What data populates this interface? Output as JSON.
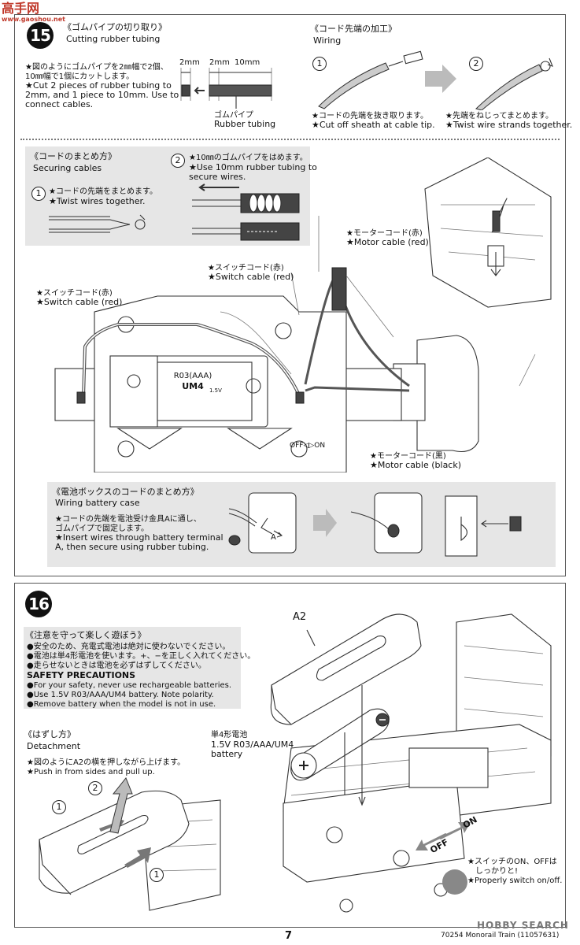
{
  "watermark_top": {
    "site": "高手网",
    "url": "www.gaoshou.net"
  },
  "watermark_bottom": "HOBBY SEARCH",
  "step15": {
    "number": "15",
    "cutting": {
      "title_jp": "《ゴムパイプの切り取り》",
      "title_en": "Cutting rubber tubing",
      "text_jp1": "★図のようにゴムパイプを2㎜幅で2個、",
      "text_jp2": "10㎜幅で1個にカットします。",
      "text_en1": "★Cut 2 pieces of rubber tubing to",
      "text_en2": "2mm, and 1 piece to 10mm. Use to",
      "text_en3": "connect cables.",
      "dim_a": "2mm",
      "dim_b": "2mm",
      "dim_c": "10mm",
      "tube_jp": "ゴムパイプ",
      "tube_en": "Rubber tubing"
    },
    "wiring": {
      "title_jp": "《コード先端の加工》",
      "title_en": "Wiring",
      "step1": "1",
      "step2": "2",
      "text1_jp": "★コードの先端を抜き取ります。",
      "text1_en": "★Cut off sheath at cable tip.",
      "text2_jp": "★先端をねじってまとめます。",
      "text2_en": "★Twist wire strands together."
    },
    "securing": {
      "title_jp": "《コードのまとめ方》",
      "title_en": "Securing cables",
      "step1": "1",
      "step1_jp": "★コードの先端をまとめます。",
      "step1_en": "★Twist wires together.",
      "step2": "2",
      "step2_jp": "★10㎜のゴムパイプをはめます。",
      "step2_en1": "★Use 10mm rubber tubing to",
      "step2_en2": "secure wires."
    },
    "labels": {
      "motor_red_jp": "★モーターコード(赤)",
      "motor_red_en": "★Motor cable (red)",
      "switch_red_jp_a": "★スイッチコード(赤)",
      "switch_red_en_a": "★Switch cable (red)",
      "switch_red_jp_b": "★スイッチコード(赤)",
      "switch_red_en_b": "★Switch cable (red)",
      "motor_black_jp": "★モーターコード(黒)",
      "motor_black_en": "★Motor cable (black)"
    },
    "battery_box": {
      "label1": "R03(AAA)",
      "label2": "UM4",
      "label3": "1.5V",
      "switch_text": "OFF◁▷ON"
    },
    "wiring_case": {
      "title_jp": "《電池ボックスのコードのまとめ方》",
      "title_en": "Wiring battery case",
      "text_jp1": "★コードの先端を電池受け金具Aに通し、",
      "text_jp2": "ゴムパイプで固定します。",
      "text_en1": "★Insert wires through battery terminal",
      "text_en2": "A, then secure using rubber tubing.",
      "letter": "A"
    }
  },
  "step16": {
    "number": "16",
    "part": "A2",
    "safety": {
      "title_jp": "《注意を守って楽しく遊ぼう》",
      "jp1": "●安全のため、充電式電池は絶対に使わないでください。",
      "jp2": "●電池は単4形電池を使います。+、−を正しく入れてください。",
      "jp3": "●走らせないときは電池を必ずはずしてください。",
      "title_en": "SAFETY PRECAUTIONS",
      "en1": "●For your safety, never use rechargeable batteries.",
      "en2": "●Use 1.5V R03/AAA/UM4 battery. Note polarity.",
      "en3": "●Remove battery when the model is not in use."
    },
    "detachment": {
      "title_jp": "《はずし方》",
      "title_en": "Detachment",
      "text_jp": "★図のようにA2の横を押しながら上げます。",
      "text_en": "★Push in from sides and pull up.",
      "n1a": "1",
      "n2": "2",
      "n1b": "1"
    },
    "battery": {
      "jp": "単4形電池",
      "en1": "1.5V R03/AAA/UM4",
      "en2": "battery"
    },
    "switch": {
      "on": "ON",
      "off": "OFF",
      "jp1": "★スイッチのON、OFFは",
      "jp2": "しっかりと!",
      "en": "★Properly switch on/off."
    }
  },
  "footer": {
    "page": "7",
    "code": "70254 Monorail Train (11057631)"
  }
}
